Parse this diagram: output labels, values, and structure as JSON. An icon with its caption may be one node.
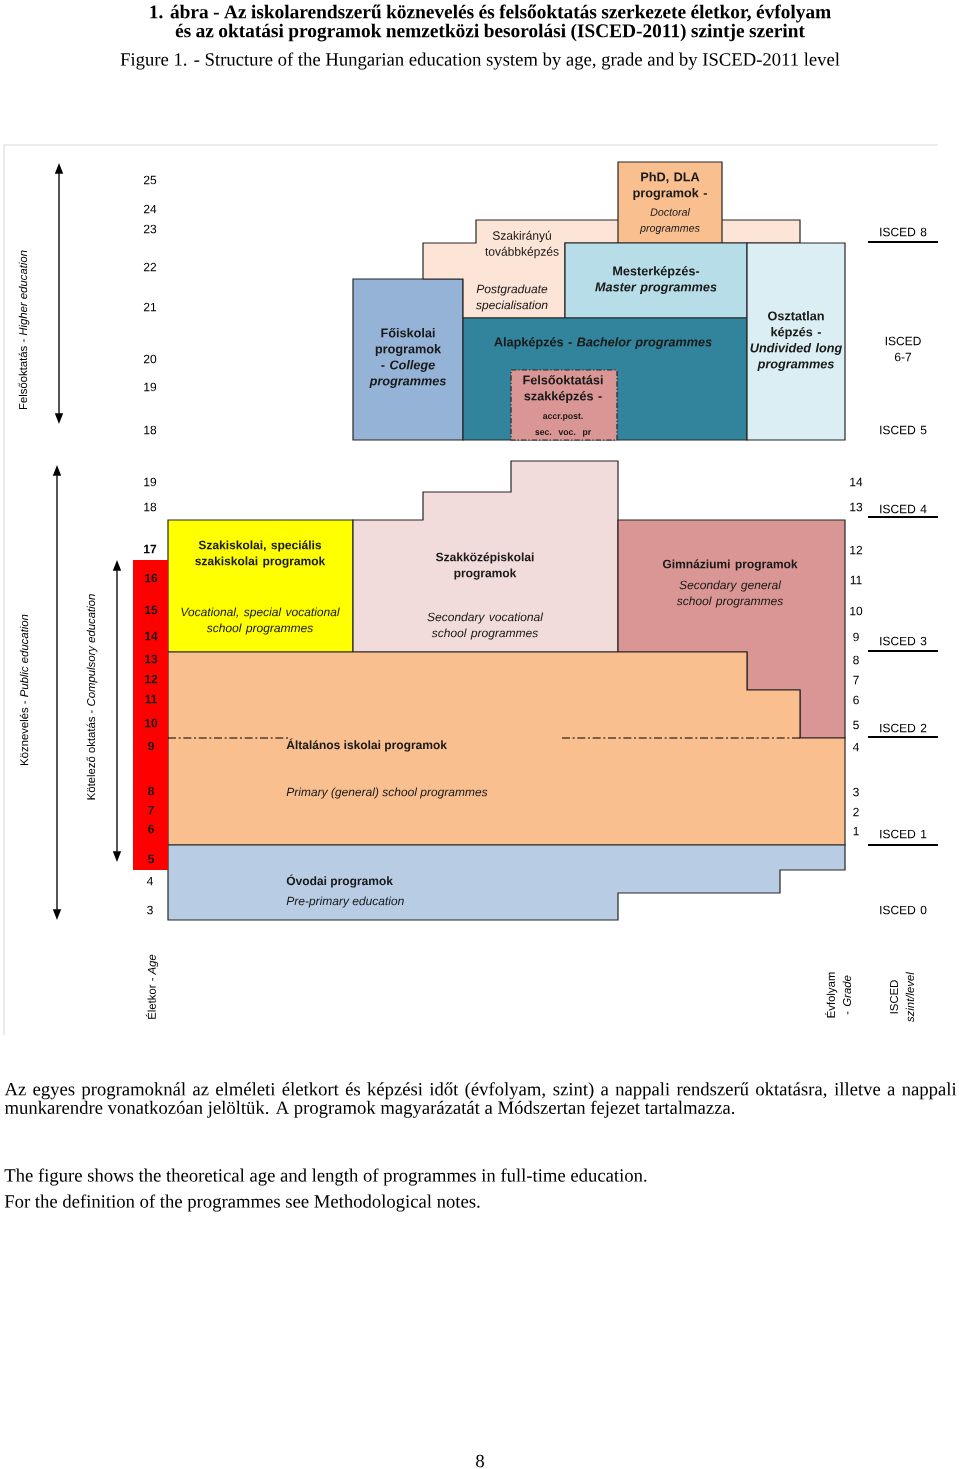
{
  "diagram": {
    "title": "1.   ábra - Az iskolarendszerű köznevelés és felsőoktatás szerkezete életkor, évfolyam és az oktatási programok nemzetközi besorolási (ISCED-2011) szintje szerint",
    "caption": "Az egyes programoknál az elméleti életkort és képzési időt (évfolyam, szint) a nappali rendszerű oktatásra, illetve a nappali munkarendre vonatkozóan jelöltük. A programok magyarázatát a Módszertan fejezet tartalmazza.",
    "nodes": [
      {
        "text": [
          "Főiskolai programok - *College programmes*"
        ]
      },
      {
        "text": [
          "Szakirányú továbbképzés",
          "Postgraduate specialisation"
        ]
      },
      {
        "text": [
          "PhD, DLA programok -",
          "Doctoral programmes"
        ]
      },
      {
        "text": [
          "Mesterképzés- *Master programmes*"
        ]
      },
      {
        "text": [
          "Alapképzés - *Bachelor programmes*"
        ]
      },
      {
        "text": [
          "Felsőoktatási szakképzés -",
          "accr.post. sec. voc. pr"
        ],
        "in": 4
      },
      {
        "text": [
          "Osztatlan képzés - *Undivided long programmes*"
        ]
      },
      {
        "text": [
          "Szakiskolai, speciális szakiskolai programok",
          "Vocational, special vocational school programmes"
        ]
      },
      {
        "text": [
          "Szakközépiskolai programok",
          "Secondary vocational school programmes"
        ]
      },
      {
        "text": [
          "Gimnáziumi programok",
          "Secondary general school programmes"
        ]
      },
      {
        "text": [
          "Általános iskolai programok",
          "Primary (general) school programmes"
        ]
      },
      {
        "text": [
          "Óvodai programok",
          "Pre-primary education"
        ]
      },
      {
        "text": [
          "16",
          "15",
          "14",
          "13",
          "12",
          "11",
          "10",
          "9",
          "8",
          "7",
          "6",
          "5"
        ]
      }
    ],
    "labels": [
      "Figure 1. - Structure of the Hungarian education system by age, grade and by ISCED-2011 level",
      "Felsőoktatás - *Higher education*",
      "Köznevelés - *Public education*",
      "Kötelező oktatás - *Compulsory education*",
      "25",
      "24",
      "23",
      "22",
      "21",
      "20",
      "19",
      "18",
      "19",
      "18",
      "17",
      "4",
      "3",
      "Életkor - *Age*",
      "14",
      "13",
      "12",
      "11",
      "10",
      "9",
      "8",
      "7",
      "6",
      "5",
      "4",
      "3",
      "2",
      "1",
      "ISCED 8",
      "ISCED 6-7",
      "ISCED 5",
      "ISCED 4",
      "ISCED 3",
      "ISCED 2",
      "ISCED 1",
      "ISCED 0",
      "Évfolyam - *Grade*",
      "ISCED *szint/level*",
      "The figure shows the theoretical age and length of programmes in full-time education.",
      "For the definition of the programmes see Methodological notes.",
      "8"
    ]
  }
}
